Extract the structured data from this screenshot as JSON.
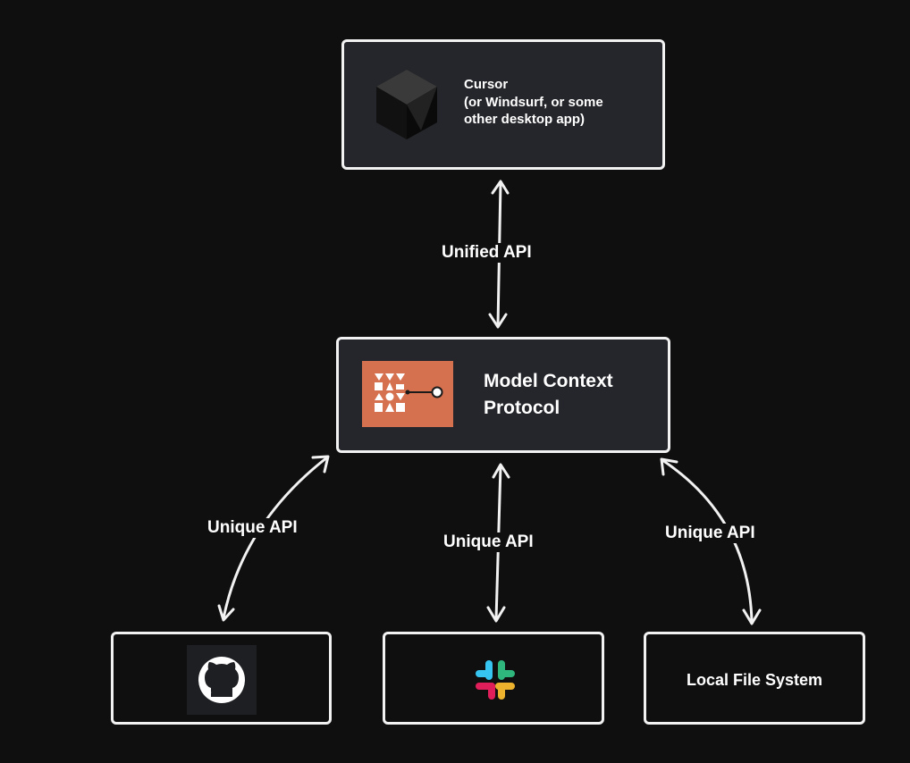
{
  "nodes": {
    "client": {
      "text": "Cursor\n(or Windsurf, or some\nother desktop app)",
      "icon": "cursor-logo-icon"
    },
    "protocol": {
      "text": "Model Context\nProtocol",
      "icon": "mcp-logo-icon",
      "icon_color": "#d5714f"
    },
    "github": {
      "icon": "github-icon"
    },
    "slack": {
      "icon": "slack-icon"
    },
    "filesystem": {
      "text": "Local File System"
    }
  },
  "edges": {
    "client_protocol": {
      "label": "Unified API"
    },
    "github_protocol": {
      "label": "Unique API"
    },
    "slack_protocol": {
      "label": "Unique API"
    },
    "filesystem_protocol": {
      "label": "Unique API"
    }
  },
  "colors": {
    "background": "#0f0f0f",
    "box_fill": "#25262b",
    "stroke": "#f2f2f2"
  }
}
